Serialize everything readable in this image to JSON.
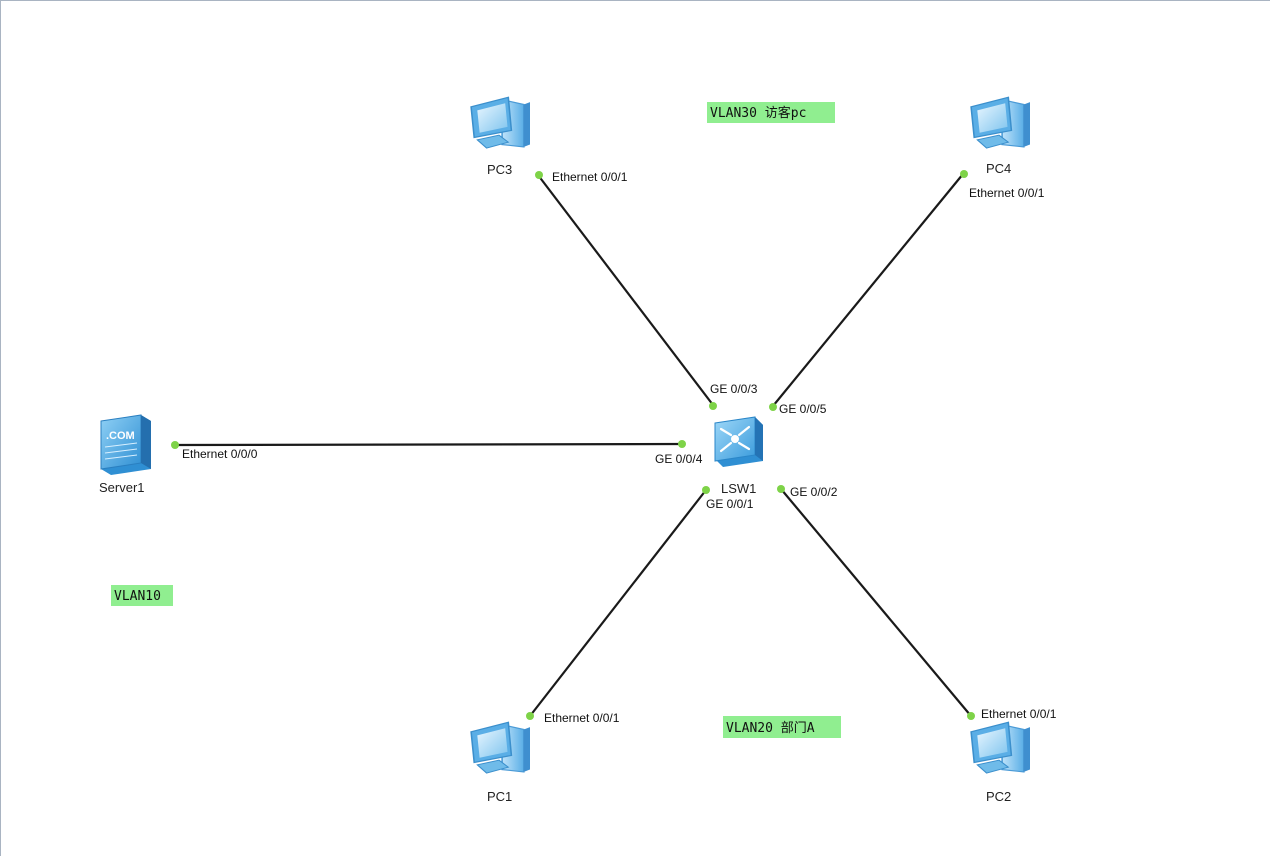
{
  "devices": {
    "pc1": {
      "label": "PC1",
      "type": "pc-icon"
    },
    "pc2": {
      "label": "PC2",
      "type": "pc-icon"
    },
    "pc3": {
      "label": "PC3",
      "type": "pc-icon"
    },
    "pc4": {
      "label": "PC4",
      "type": "pc-icon"
    },
    "server1": {
      "label": "Server1",
      "type": "server-icon",
      "badge": ".COM"
    },
    "lsw1": {
      "label": "LSW1",
      "type": "switch-icon"
    }
  },
  "ports": {
    "pc3_eth": "Ethernet 0/0/1",
    "pc4_eth": "Ethernet 0/0/1",
    "pc1_eth": "Ethernet 0/0/1",
    "pc2_eth": "Ethernet 0/0/1",
    "server1_eth": "Ethernet 0/0/0",
    "lsw1_ge3": "GE 0/0/3",
    "lsw1_ge5": "GE 0/0/5",
    "lsw1_ge4": "GE 0/0/4",
    "lsw1_ge1": "GE 0/0/1",
    "lsw1_ge2": "GE 0/0/2"
  },
  "notes": {
    "vlan30": "VLAN30 访客pc",
    "vlan10": "VLAN10",
    "vlan20": "VLAN20 部门A"
  },
  "colors": {
    "port_dot": "#7ed348",
    "note_bg": "#90ee90",
    "link": "#1a1a1a"
  }
}
